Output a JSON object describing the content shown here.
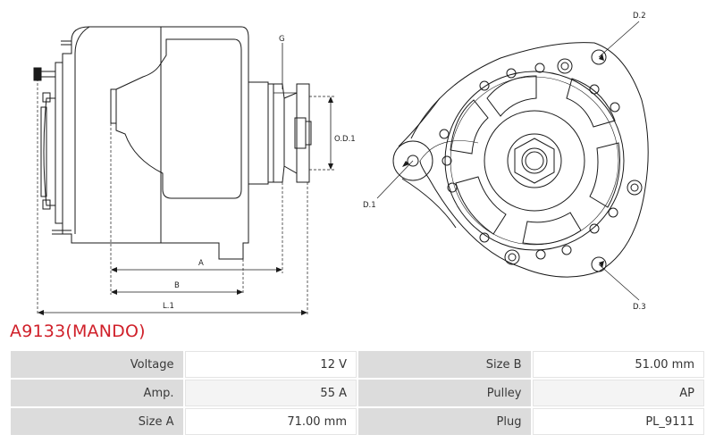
{
  "product": {
    "title": "A9133(MANDO)"
  },
  "drawing": {
    "side_labels": {
      "g": "G",
      "od1": "O.D.1",
      "a": "A",
      "b": "B",
      "l1": "L.1"
    },
    "front_labels": {
      "d1": "D.1",
      "d2": "D.2",
      "d3": "D.3"
    }
  },
  "specs": {
    "rows": [
      {
        "k1": "Voltage",
        "v1": "12 V",
        "k2": "Size B",
        "v2": "51.00 mm"
      },
      {
        "k1": "Amp.",
        "v1": "55 A",
        "k2": "Pulley",
        "v2": "AP"
      },
      {
        "k1": "Size A",
        "v1": "71.00 mm",
        "k2": "Plug",
        "v2": "PL_9111"
      }
    ]
  },
  "colors": {
    "title": "#d0202a",
    "line": "#1a1a1a",
    "key_cell": "#dcdcdc"
  }
}
